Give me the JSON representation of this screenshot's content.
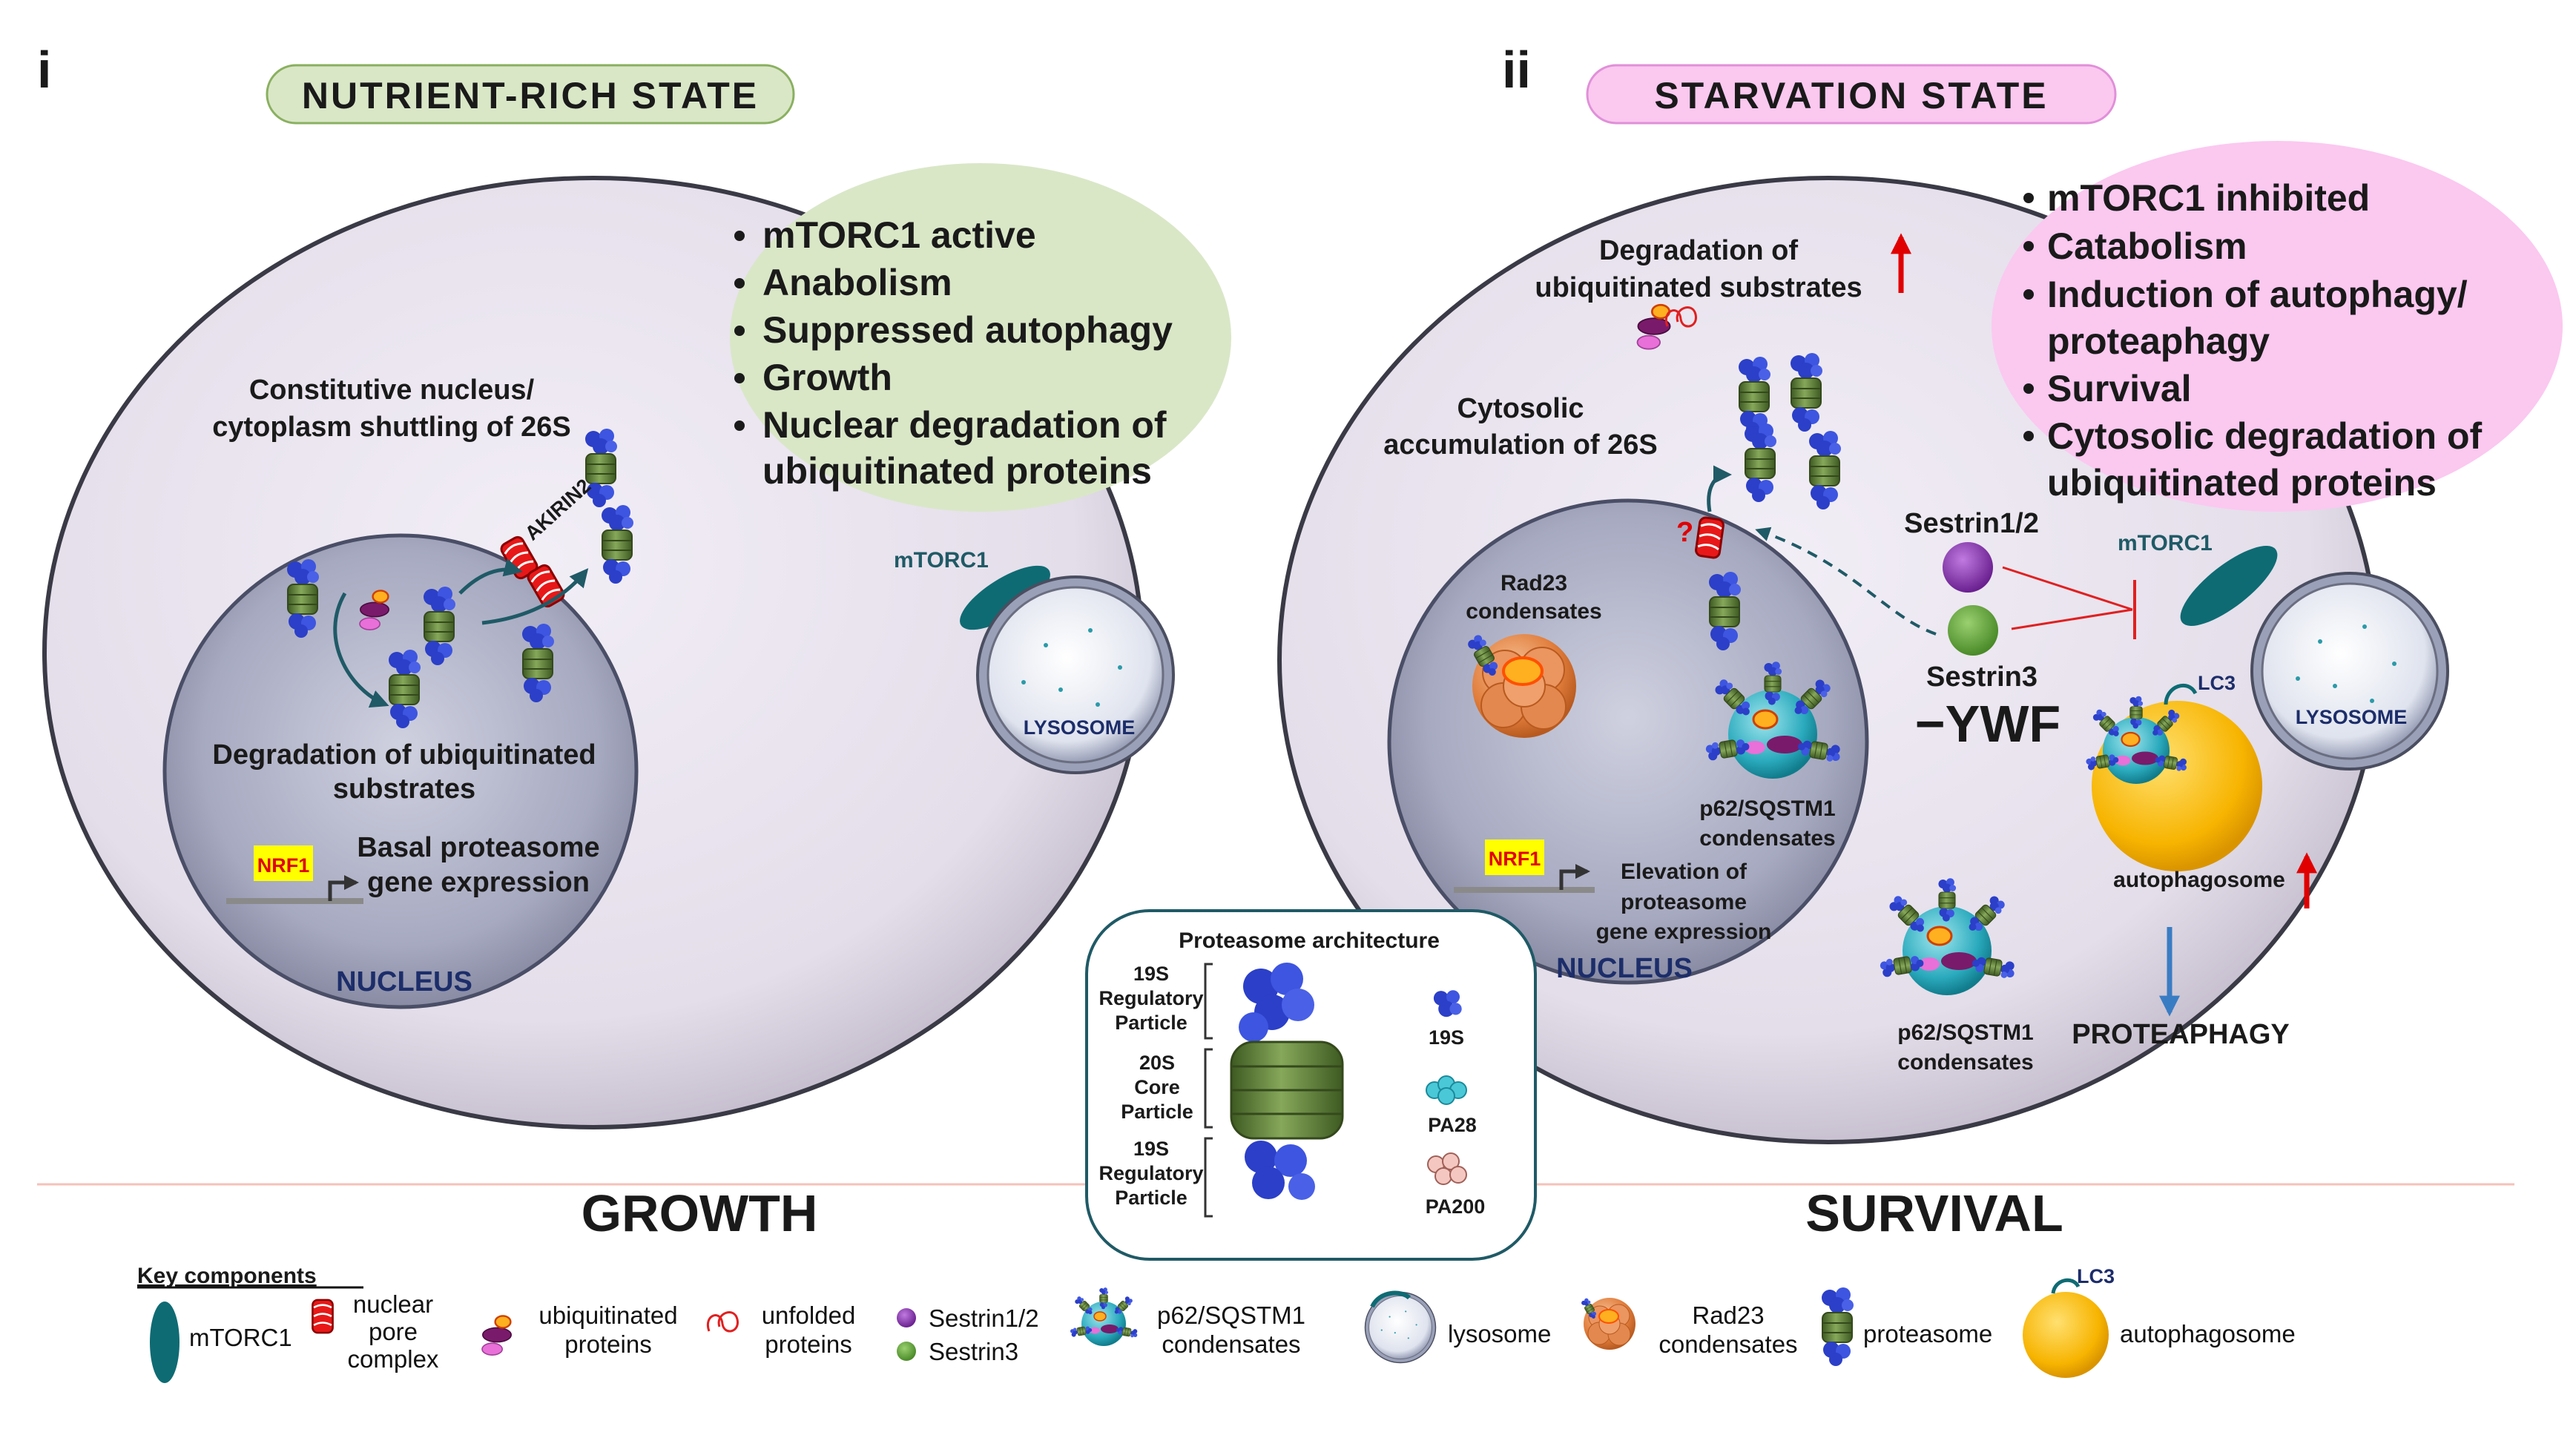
{
  "panels": {
    "left": {
      "index": "i",
      "state_label": "NUTRIENT-RICH STATE",
      "bullets": [
        "mTORC1 active",
        "Anabolism",
        "Suppressed autophagy",
        "Growth",
        "Nuclear degradation of",
        "ubiquitinated proteins"
      ],
      "shuttling_line1": "Constitutive nucleus/",
      "shuttling_line2": "cytoplasm shuttling of 26S",
      "akirin": "AKIRIN2",
      "degradation_line1": "Degradation of ubiquitinated",
      "degradation_line2": "substrates",
      "nrf1": "NRF1",
      "expression_line1": "Basal proteasome",
      "expression_line2": "gene expression",
      "nucleus": "NUCLEUS",
      "mtorc1": "mTORC1",
      "lysosome": "LYSOSOME",
      "outcome": "GROWTH"
    },
    "right": {
      "index": "ii",
      "state_label": "STARVATION STATE",
      "bullets": [
        "mTORC1 inhibited",
        "Catabolism",
        "Induction of autophagy/",
        "proteaphagy",
        "Survival",
        "Cytosolic degradation of",
        "ubiquitinated proteins"
      ],
      "degradation_line1": "Degradation of",
      "degradation_line2": "ubiquitinated substrates",
      "cytosolic_line1": "Cytosolic",
      "cytosolic_line2": "accumulation of 26S",
      "question": "?",
      "rad23_line1": "Rad23",
      "rad23_line2": "condensates",
      "p62_line1": "p62/SQSTM1",
      "p62_line2": "condensates",
      "nrf1": "NRF1",
      "elevation_line1": "Elevation of",
      "elevation_line2": "proteasome",
      "elevation_line3": "gene expression",
      "nucleus": "NUCLEUS",
      "sestrin12": "Sestrin1/2",
      "sestrin3": "Sestrin3",
      "ywf": "−YWF",
      "mtorc1": "mTORC1",
      "lysosome": "LYSOSOME",
      "lc3": "LC3",
      "autophagosome": "autophagosome",
      "p62_out_line1": "p62/SQSTM1",
      "p62_out_line2": "condensates",
      "proteaphagy": "PROTEAPHAGY",
      "outcome": "SURVIVAL"
    }
  },
  "architecture": {
    "title": "Proteasome architecture",
    "rp_top": [
      "19S",
      "Regulatory",
      "Particle"
    ],
    "cp": [
      "20S",
      "Core",
      "Particle"
    ],
    "rp_bottom": [
      "19S",
      "Regulatory",
      "Particle"
    ],
    "legend": [
      "19S",
      "PA28",
      "PA200"
    ]
  },
  "key": {
    "title": "Key components",
    "mtorc1": "mTORC1",
    "npc": [
      "nuclear",
      "pore",
      "complex"
    ],
    "ubiquitinated": [
      "ubiquitinated",
      "proteins"
    ],
    "unfolded": [
      "unfolded",
      "proteins"
    ],
    "sestrin12": "Sestrin1/2",
    "sestrin3": "Sestrin3",
    "p62": [
      "p62/SQSTM1",
      "condensates"
    ],
    "lysosome": "lysosome",
    "rad23": [
      "Rad23",
      "condensates"
    ],
    "proteasome": "proteasome",
    "lc3": "LC3",
    "autophagosome": "autophagosome"
  },
  "colors": {
    "cell_fill": "#e6e0ec",
    "nucleus_fill": "#a9acc2",
    "left_pill": "#d9e7c7",
    "right_pill": "#fbc8f0",
    "mtorc1": "#0e6b73",
    "proteasome_green": "#5e7c3a",
    "proteasome_blue": "#2b3fc8",
    "sestrin12": "#7a2aa0",
    "sestrin3": "#5a9a32",
    "autophagosome": "#f5b400",
    "arrow_red": "#e00000",
    "arrow_blue": "#3a7cc4"
  }
}
